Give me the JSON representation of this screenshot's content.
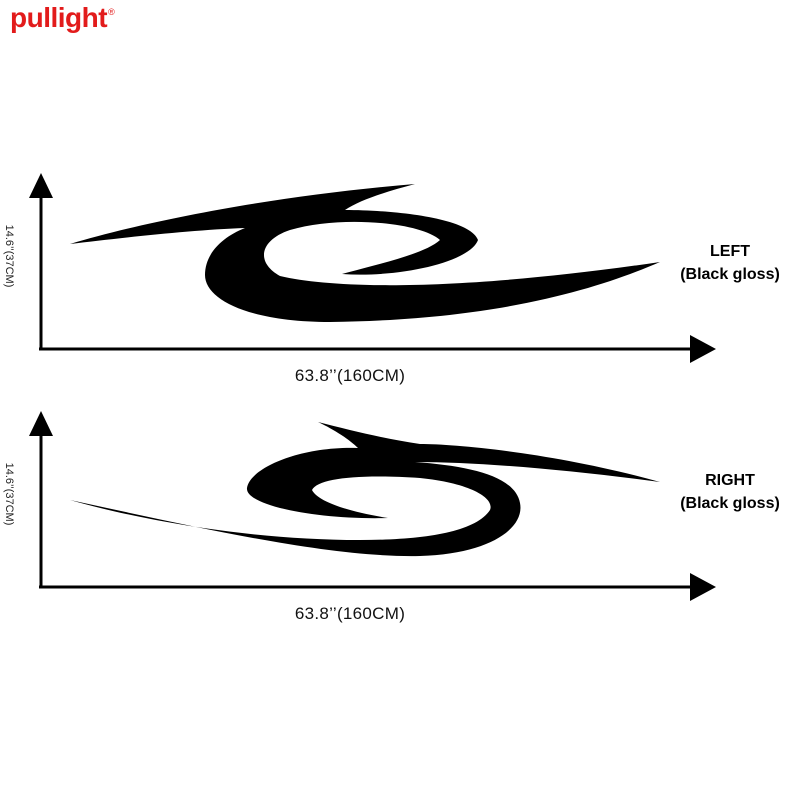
{
  "brand": {
    "name": "pullight",
    "registered_mark": "®",
    "color": "#e21b1b"
  },
  "colors": {
    "decal": "#000000",
    "axis": "#000000"
  },
  "panels": [
    {
      "side_label": "LEFT",
      "finish_label": "(Black gloss)",
      "width_label": "63.8’’(160CM)",
      "height_label": "14.6’’(37CM)"
    },
    {
      "side_label": "RIGHT",
      "finish_label": "(Black gloss)",
      "width_label": "63.8’’(160CM)",
      "height_label": "14.6’’(37CM)"
    }
  ]
}
